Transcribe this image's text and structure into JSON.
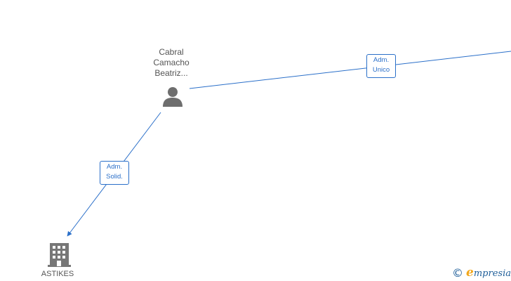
{
  "nodes": {
    "person": {
      "label_lines": [
        "Cabral",
        "Camacho",
        "Beatriz..."
      ],
      "icon": "person-icon"
    },
    "company": {
      "label": "ASTIKES",
      "icon": "building-icon"
    }
  },
  "edges": {
    "person_to_offscreen": {
      "label_lines": [
        "Adm.",
        "Unico"
      ]
    },
    "person_to_company": {
      "label_lines": [
        "Adm.",
        "Solid."
      ]
    }
  },
  "brand": {
    "copyright_symbol": "©",
    "logo_initial": "e",
    "logo_rest": "mpresia"
  },
  "colors": {
    "edge": "#2a6fc9",
    "icon": "#6e6e6e",
    "label_text": "#555555",
    "brand": "#1f5e99",
    "brand_accent": "#f2a71b"
  }
}
